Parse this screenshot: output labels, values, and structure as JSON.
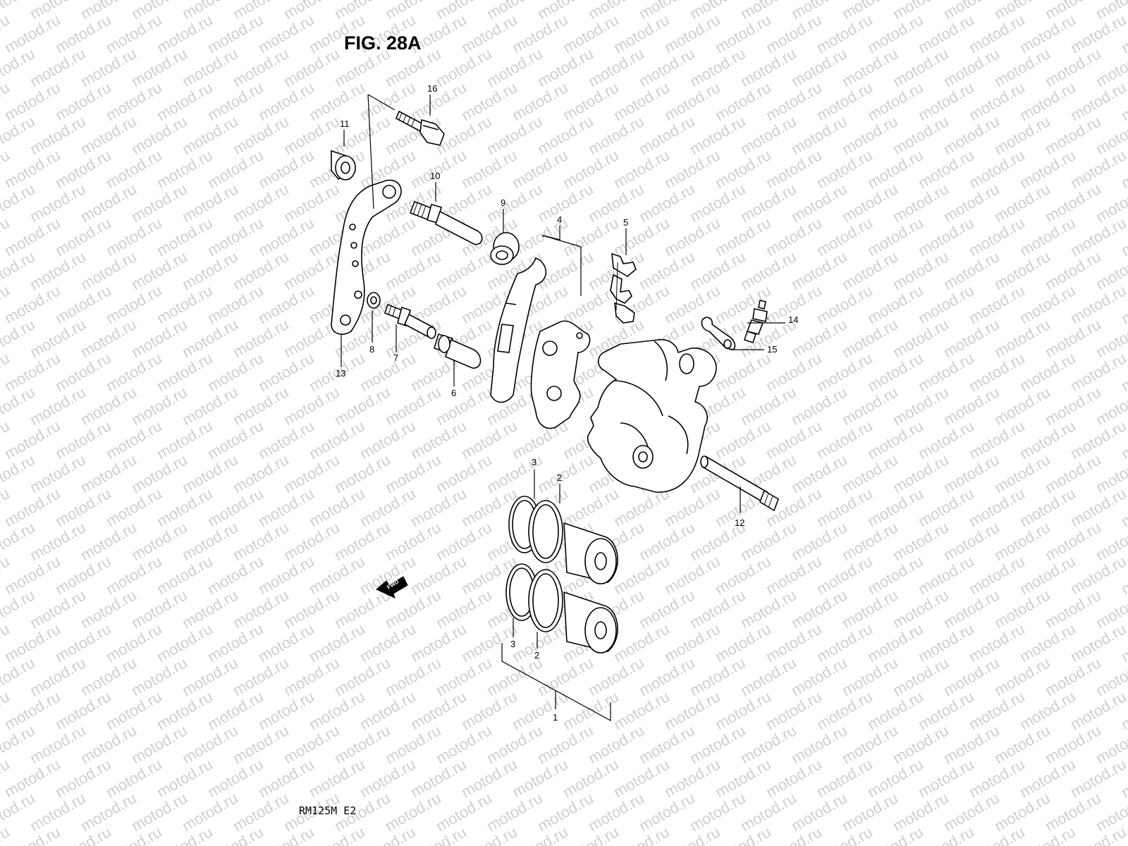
{
  "figure": {
    "title": "FIG. 28A",
    "model_code": "RM125M  E2"
  },
  "watermark": "motod.ru",
  "fwd_label": "FWD",
  "callouts": {
    "p1": "1",
    "p2a": "2",
    "p2b": "2",
    "p3a": "3",
    "p3b": "3",
    "p4": "4",
    "p5": "5",
    "p6": "6",
    "p7": "7",
    "p8": "8",
    "p9": "9",
    "p10": "10",
    "p11": "11",
    "p12": "12",
    "p13": "13",
    "p14": "14",
    "p15": "15",
    "p16": "16"
  }
}
